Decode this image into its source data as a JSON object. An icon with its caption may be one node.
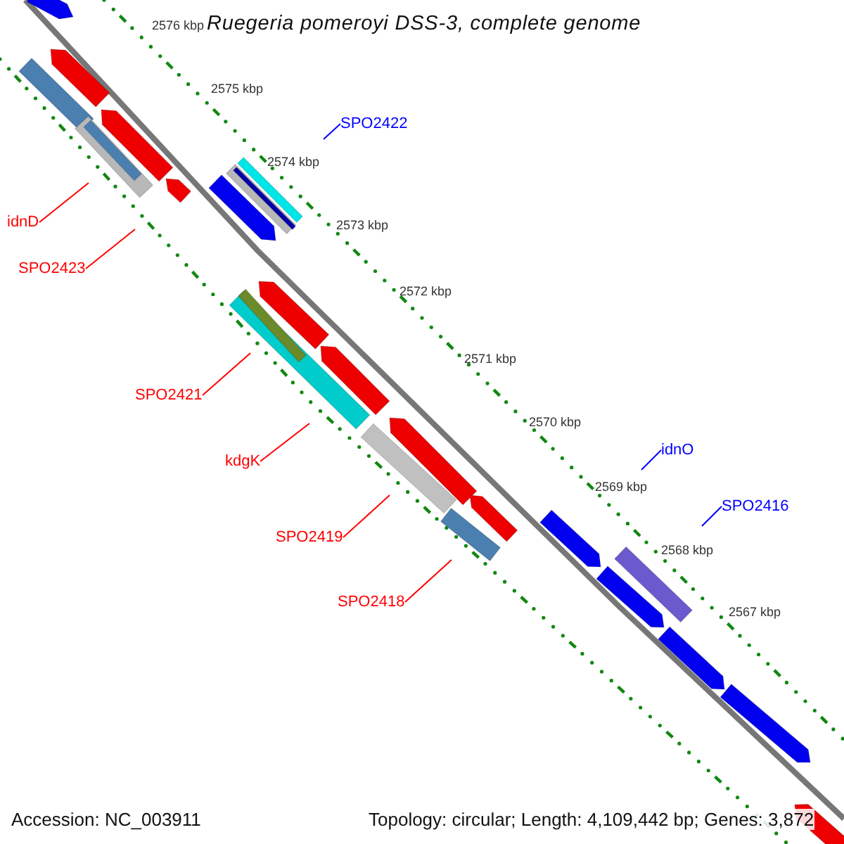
{
  "diagram": {
    "title": "Ruegeria pomeroyi DSS-3, complete genome",
    "nodes": [
      {
        "text": [
          "SPO2422"
        ]
      },
      {
        "text": [
          "idnD"
        ]
      },
      {
        "text": [
          "SPO2423"
        ]
      },
      {
        "text": [
          "SPO2421"
        ]
      },
      {
        "text": [
          "idnO"
        ]
      },
      {
        "text": [
          "kdgK"
        ]
      },
      {
        "text": [
          "SPO2416"
        ]
      },
      {
        "text": [
          "SPO2419"
        ]
      },
      {
        "text": [
          "SPO2418"
        ]
      }
    ],
    "edges": [
      {
        "from": 0,
        "to": null,
        "arrow": "none",
        "color": "#0000ff"
      },
      {
        "from": 1,
        "to": null,
        "arrow": "none"
      },
      {
        "from": 2,
        "to": null,
        "arrow": "none"
      },
      {
        "from": 3,
        "to": null,
        "arrow": "none"
      },
      {
        "from": 4,
        "to": null,
        "arrow": "none",
        "color": "#0000ff"
      },
      {
        "from": 5,
        "to": null,
        "arrow": "none"
      },
      {
        "from": 6,
        "to": null,
        "arrow": "none",
        "color": "#0000ff"
      },
      {
        "from": 7,
        "to": null,
        "arrow": "none"
      },
      {
        "from": 8,
        "to": null,
        "arrow": "none"
      }
    ],
    "labels": [
      "2576 kbp",
      "2575 kbp",
      "2574 kbp",
      "2573 kbp",
      "2572 kbp",
      "2571 kbp",
      "2570 kbp",
      "2569 kbp",
      "2568 kbp",
      "2567 kbp",
      "Accession: NC_003911",
      "Topology: circular; Length: 4,109,442 bp; Genes: 3,872"
    ]
  }
}
